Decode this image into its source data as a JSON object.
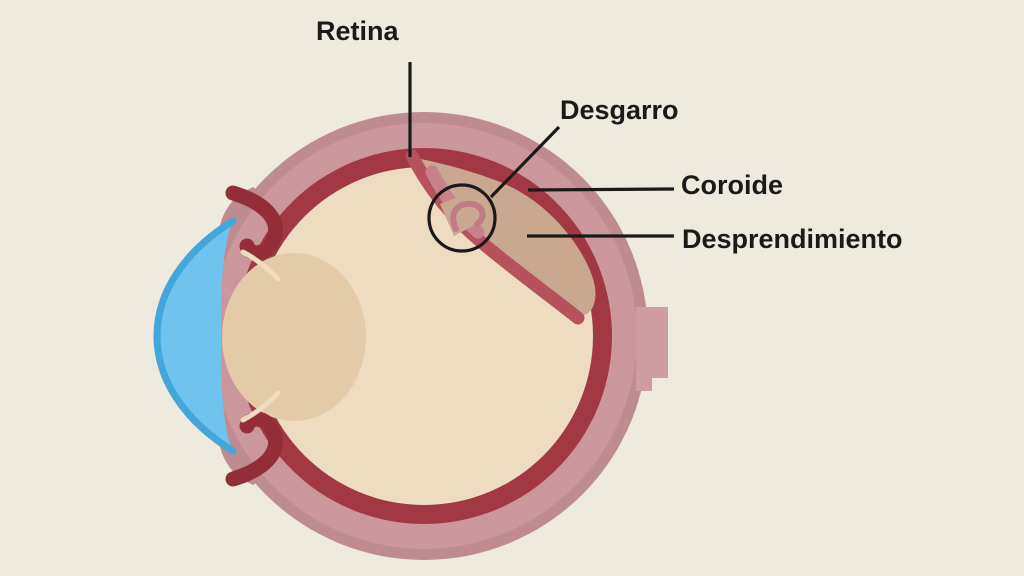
{
  "diagram": {
    "labels": {
      "retina": "Retina",
      "desgarro": "Desgarro",
      "coroide": "Coroide",
      "desprendimiento": "Desprendimiento"
    }
  },
  "colors": {
    "background": "#efeade",
    "sclera_outer": "#bd8b90",
    "sclera_inner": "#cb969c",
    "retina_choroid_ring": "#a23843",
    "vitreous_interior": "#eddcbf",
    "detachment_fluid": "#c9a88f",
    "detached_retina_flap": "#b6525e",
    "flap_highlight": "#c8818a",
    "tear_fragment": "#c07b84",
    "lens": "#e3cba7",
    "cornea_fill": "#70c3ec",
    "cornea_edge": "#43a7dc",
    "iris_body": "#932d38",
    "optic_nerve_stub": "#cf9ca1",
    "annotation_line": "#1a1a1a"
  }
}
